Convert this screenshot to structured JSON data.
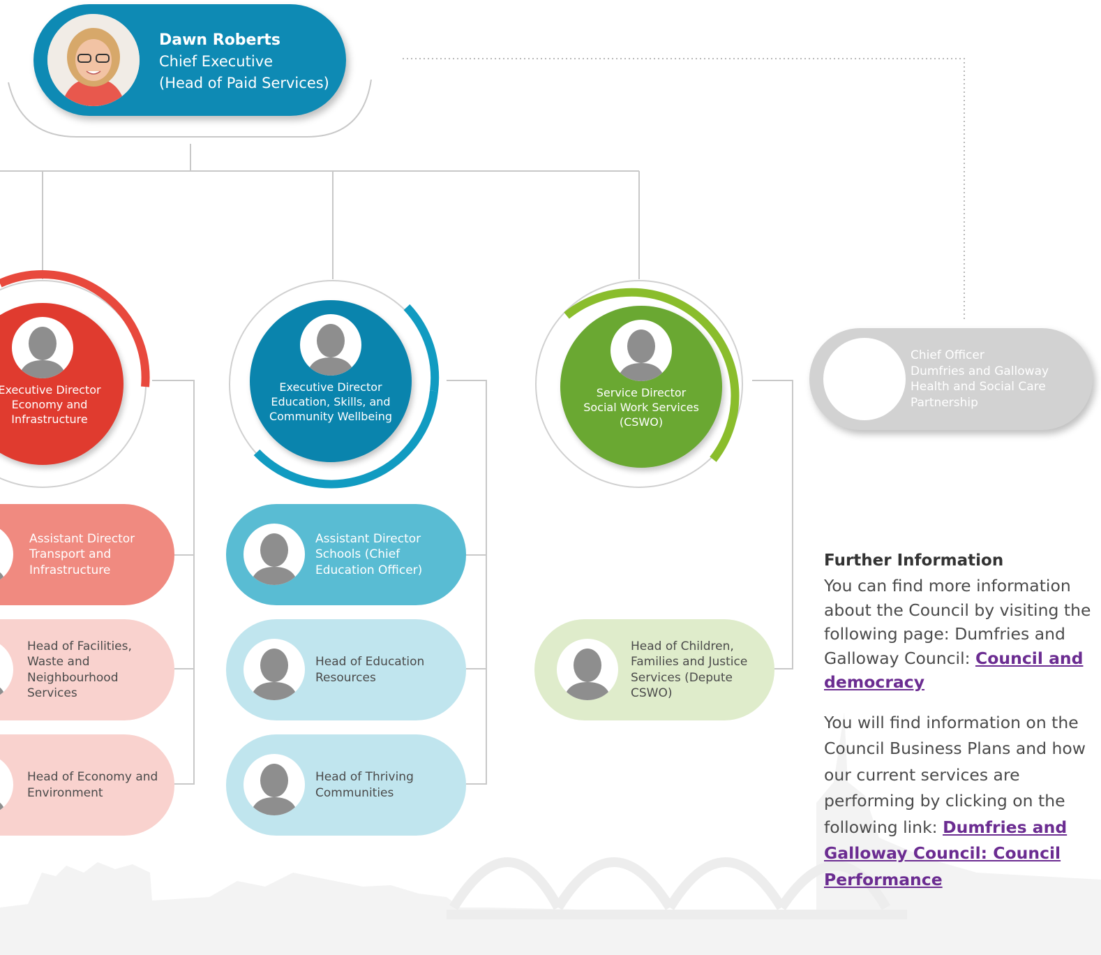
{
  "chief_executive": {
    "name": "Dawn Roberts",
    "role": "Chief Executive",
    "role_detail": "(Head of Paid Services)"
  },
  "directors": [
    {
      "title": "Executive Director Economy and Infrastructure",
      "color": "#e03b2f",
      "ring_color": "#e8493d"
    },
    {
      "title": "Executive Director Education, Skills, and Community Wellbeing",
      "color": "#0a84ad",
      "ring_color": "#119bc1"
    },
    {
      "title": "Service Director Social Work Services (CSWO)",
      "color": "#6aa832",
      "ring_color": "#8abd2c"
    }
  ],
  "roles": {
    "economy": [
      "Assistant Director Transport and Infrastructure",
      "Head of Facilities, Waste and Neighbourhood Services",
      "Head of Economy and Environment"
    ],
    "education": [
      "Assistant Director Schools (Chief Education Officer)",
      "Head of Education Resources",
      "Head of Thriving Communities"
    ],
    "social_work": [
      "Head of Children, Families and Justice Services (Depute CSWO)"
    ]
  },
  "chief_officer": {
    "title": "Chief Officer",
    "org_line1": "Dumfries and Galloway",
    "org_line2": "Health and Social Care",
    "org_line3": "Partnership"
  },
  "further_info": {
    "heading": "Further Information",
    "para1_text": "You can find more information about the Council by visiting the following page: Dumfries and Galloway Council: ",
    "para1_link": "Council and democracy",
    "para2_text": "You will find information on the Council Business Plans and how our current services are performing by clicking on the following link: ",
    "para2_link": "Dumfries and Galloway Council: Council Performance"
  },
  "icons": {
    "ceo_photo": "person-photo-icon",
    "placeholder": "person-silhouette-icon",
    "skyline": "town-skyline-watermark"
  }
}
